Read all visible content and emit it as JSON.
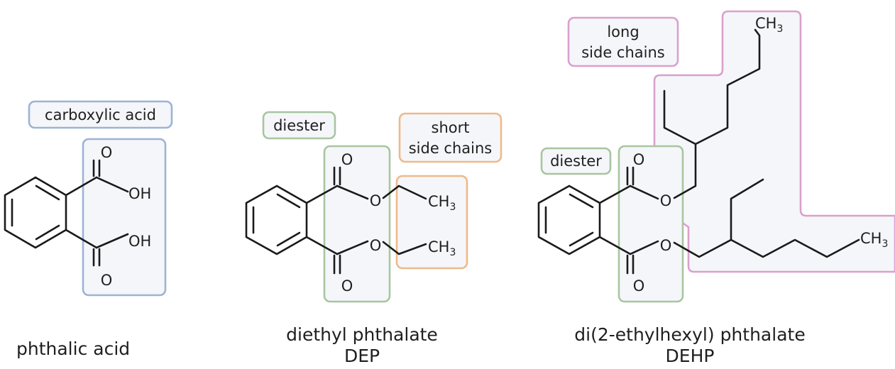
{
  "colors": {
    "blue_box": "#9db3d6",
    "green_box": "#a9c5a0",
    "orange_box": "#efb98a",
    "pink_box": "#dba0cc",
    "box_fill": "#f5f6fa",
    "bond": "#1a1a1a"
  },
  "atoms": {
    "oxygen": "O",
    "hydroxyl": "OH",
    "methyl_c": "CH",
    "methyl_sub": "3"
  },
  "phthalic_acid": {
    "name": "phthalic acid",
    "group_label": "carboxylic acid"
  },
  "dep": {
    "name": "diethyl phthalate",
    "abbr": "DEP",
    "diester_label": "diester",
    "side_label_line1": "short",
    "side_label_line2": "side chains"
  },
  "dehp": {
    "name": "di(2-ethylhexyl) phthalate",
    "abbr": "DEHP",
    "diester_label": "diester",
    "side_label_line1": "long",
    "side_label_line2": "side chains"
  }
}
